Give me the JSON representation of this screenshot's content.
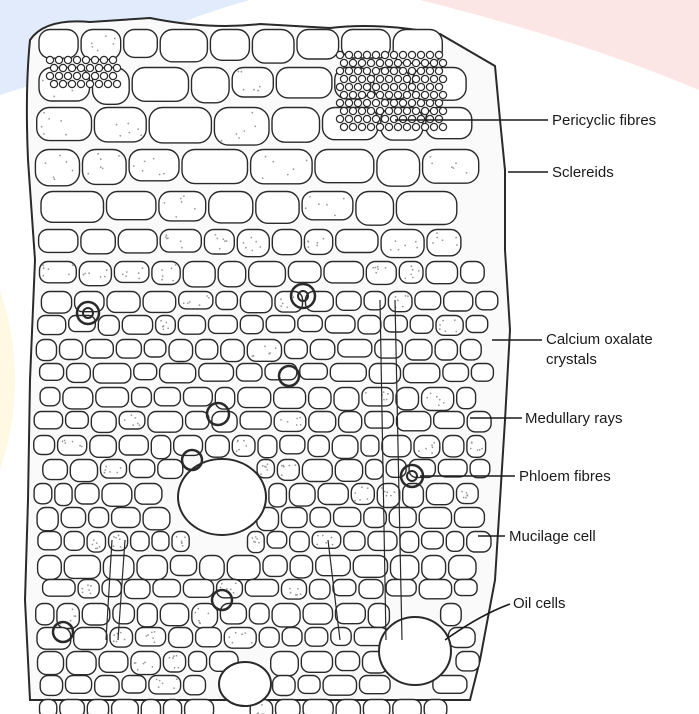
{
  "figure": {
    "subject": "section with cell types",
    "labels": {
      "pericyclic_fibres": "Pericyclic fibres",
      "sclereids": "Sclereids",
      "calcium_oxalate_line1": "Calcium oxalate",
      "calcium_oxalate_line2": "crystals",
      "medullary_rays": "Medullary rays",
      "phloem_fibres": "Phloem fibres",
      "mucilage_cell": "Mucilage cell",
      "oil_cells": "Oil cells"
    }
  },
  "colors": {
    "background": "#ffffff",
    "outline": "#2a2a2a",
    "stipple": "#9a9a9a",
    "watermark_left": "#dce8fb",
    "watermark_right": "#fbe0e0",
    "watermark_glow": "#fff7df"
  }
}
